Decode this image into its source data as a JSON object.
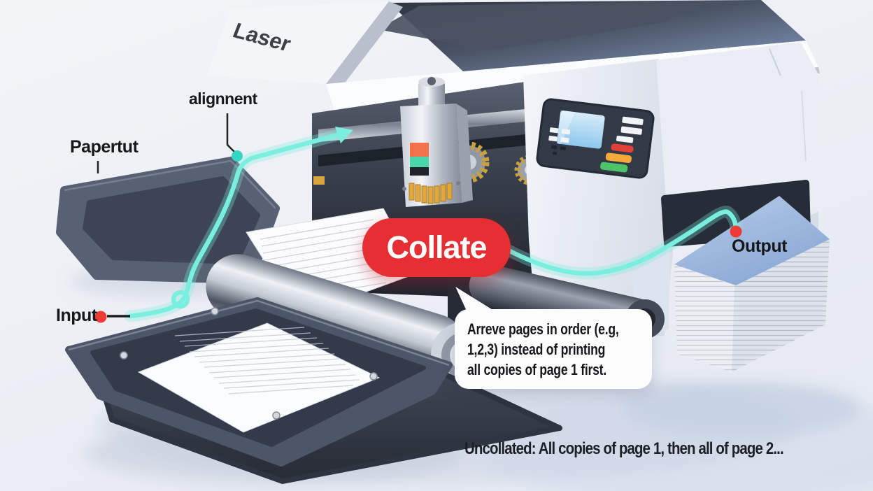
{
  "machine": {
    "brand_label": "Laser"
  },
  "annotations": {
    "alignment": {
      "label": "alignnent",
      "marker": "teal-dot-with-leader-line"
    },
    "paper_out": {
      "label": "Papertut",
      "marker": "leader-line"
    },
    "input": {
      "label": "Input",
      "marker": "red-dot-with-line"
    },
    "output": {
      "label": "Output",
      "marker": "red-dot"
    }
  },
  "badge": {
    "label": "Collate"
  },
  "bubble": {
    "lines": [
      "Arreve pages in order (e.g,",
      "1,2,3) instead of printing",
      "all copies of page 1 first."
    ]
  },
  "caption": {
    "text": "Uncollated: All copies of page 1, then all of page 2..."
  },
  "colors": {
    "badge_red": "#e52f32",
    "badge_text": "#ffffff",
    "path_cyan": "#7aefe0",
    "marker_red": "#ee3b35",
    "marker_teal": "#36d6c5",
    "label_text": "#17181a",
    "bubble_bg": "#fcfcfd"
  }
}
